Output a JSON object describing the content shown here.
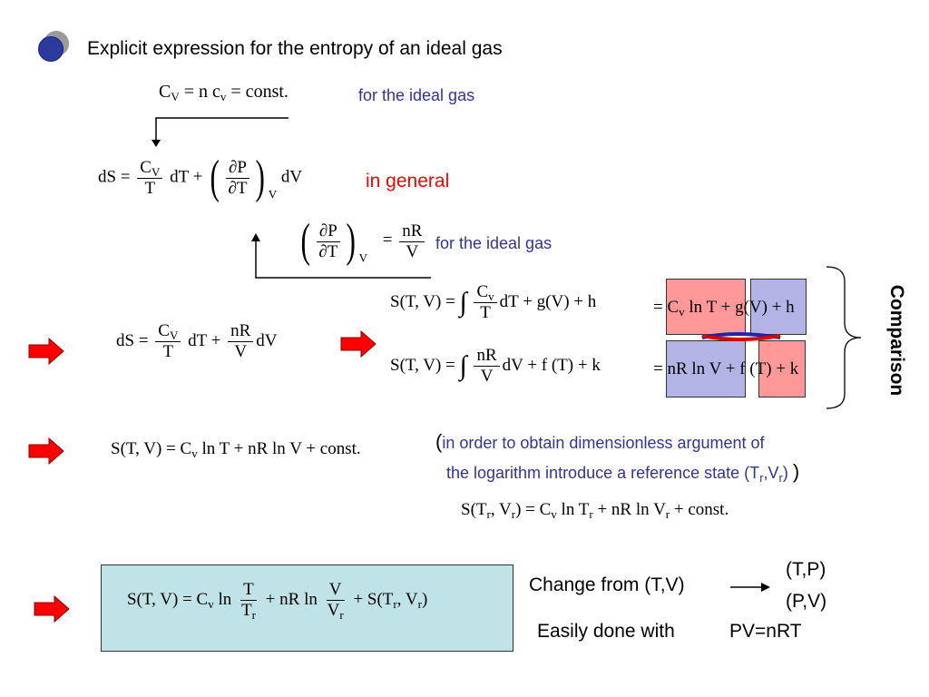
{
  "title": "Explicit expression for the entropy of an ideal gas",
  "notes": {
    "ideal_gas_1": "for the ideal gas",
    "in_general": "in general",
    "ideal_gas_2": "for the ideal gas",
    "comparison": "Comparison",
    "dimensionless_open": "(",
    "dimensionless_line1": "in order to obtain dimensionless argument of",
    "dimensionless_line2_pre": "the logarithm introduce a reference state (T",
    "dimensionless_sub_r1": "r",
    "dimensionless_comma": ",V",
    "dimensionless_sub_r2": "r",
    "dimensionless_close_inner": ")",
    "dimensionless_close": ")",
    "change_from": "Change from (T,V)",
    "target_tp": "(T,P)",
    "target_pv": "(P,V)",
    "easily_done": "Easily done with",
    "pv_nrt": "PV=nRT"
  },
  "colors": {
    "bullet": "#2b3a9e",
    "bullet_shadow": "#9a9a9a",
    "accent_blue": "#333399",
    "accent_red": "#ff0000",
    "box_red": "#ff9999",
    "box_blue": "#b3b3e6",
    "final_box": "#bfe3e6",
    "arrow_red": "#ff0000"
  },
  "equations": {
    "cv_def": "C_V = n c_v = const.",
    "ds_general": "dS = (C_V/T) dT + (∂P/∂T)_V dV",
    "dpdt_ideal": "(∂P/∂T)_V = nR/V",
    "ds_ideal": "dS = (C_V/T) dT + (nR/V) dV",
    "s_int_t": "S(T,V) = ∫ (C_v/T) dT + g(V) + h = C_v ln T + g(V) + h",
    "s_int_v": "S(T,V) = ∫ (nR/V) dV + f(T) + k = nR ln V + f(T) + k",
    "s_result": "S(T,V) = C_v ln T + nR ln V + const.",
    "s_ref": "S(T_r, V_r) = C_v ln T_r + nR ln V_r + const.",
    "s_final": "S(T,V) = C_v ln (T/T_r) + nR ln (V/V_r) + S(T_r, V_r)"
  },
  "symbols": {
    "C": "C",
    "V": "V",
    "v": "v",
    "T": "T",
    "P": "P",
    "nR": "nR",
    "dS": "dS",
    "dT": "dT",
    "dV": "dV",
    "partial_P": "∂P",
    "partial_T": "∂T",
    "eq": "=",
    "plus": "+",
    "integral": "∫",
    "lparen": "(",
    "rparen": ")",
    "n_c": "= n c",
    "const": "= const.",
    "S_TV": "S(T, V)",
    "ln": "ln",
    "gV": "g(V)",
    "fT": "f (T)",
    "h": "h",
    "k": "k",
    "plus_const": "+ const.",
    "S_Tr_Vr_a": "S(T",
    "r": "r",
    "comma_V": ", V",
    "close": ")",
    "rhs_ref": "= C",
    "ln_T": "ln T",
    "nR_ln_V": "+ nR ln V",
    "S_ref_close": "S(T"
  }
}
